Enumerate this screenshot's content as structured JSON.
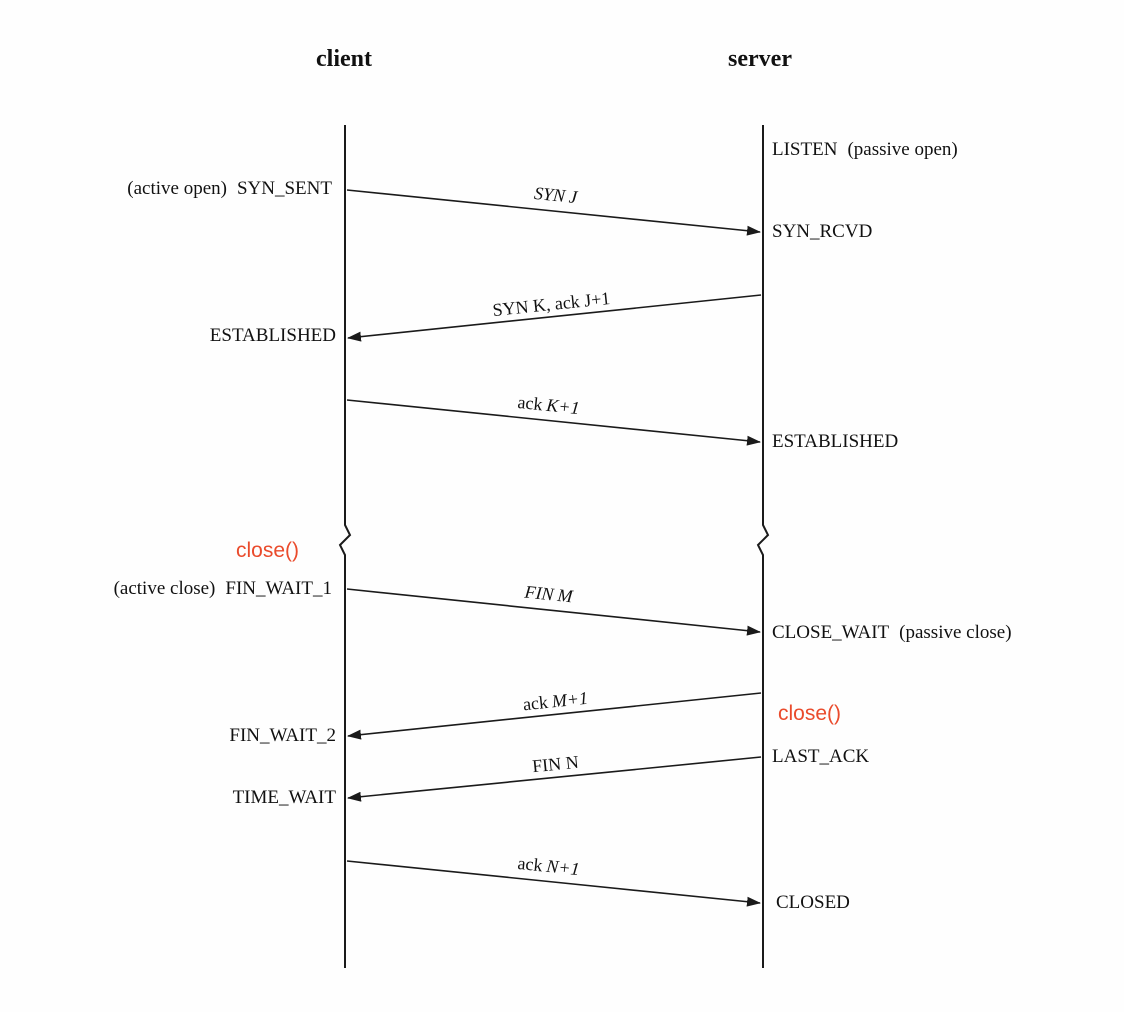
{
  "participants": {
    "client": "client",
    "server": "server"
  },
  "client_states": {
    "active_open": "(active open)",
    "syn_sent": "SYN_SENT",
    "established": "ESTABLISHED",
    "active_close": "(active close)",
    "fin_wait_1": "FIN_WAIT_1",
    "fin_wait_2": "FIN_WAIT_2",
    "time_wait": "TIME_WAIT"
  },
  "server_states": {
    "listen": "LISTEN",
    "passive_open": "(passive open)",
    "syn_rcvd": "SYN_RCVD",
    "established": "ESTABLISHED",
    "close_wait": "CLOSE_WAIT",
    "passive_close": "(passive close)",
    "last_ack": "LAST_ACK",
    "closed": "CLOSED"
  },
  "calls": {
    "client_close": "close()",
    "server_close": "close()"
  },
  "messages": {
    "syn_j": {
      "kw": "SYN",
      "var": "J"
    },
    "syn_k_ack": {
      "kw": "SYN K, ack J+1"
    },
    "ack_k1": {
      "kw": "ack",
      "var": "K+1"
    },
    "fin_m": {
      "kw": "FIN",
      "var": "M"
    },
    "ack_m1": {
      "kw": "ack",
      "var": "M+1"
    },
    "fin_n": {
      "kw": "FIN N"
    },
    "ack_n1": {
      "kw": "ack",
      "var": "N+1"
    }
  },
  "colors": {
    "ink": "#111111",
    "call_highlight": "#ea4b2c"
  }
}
